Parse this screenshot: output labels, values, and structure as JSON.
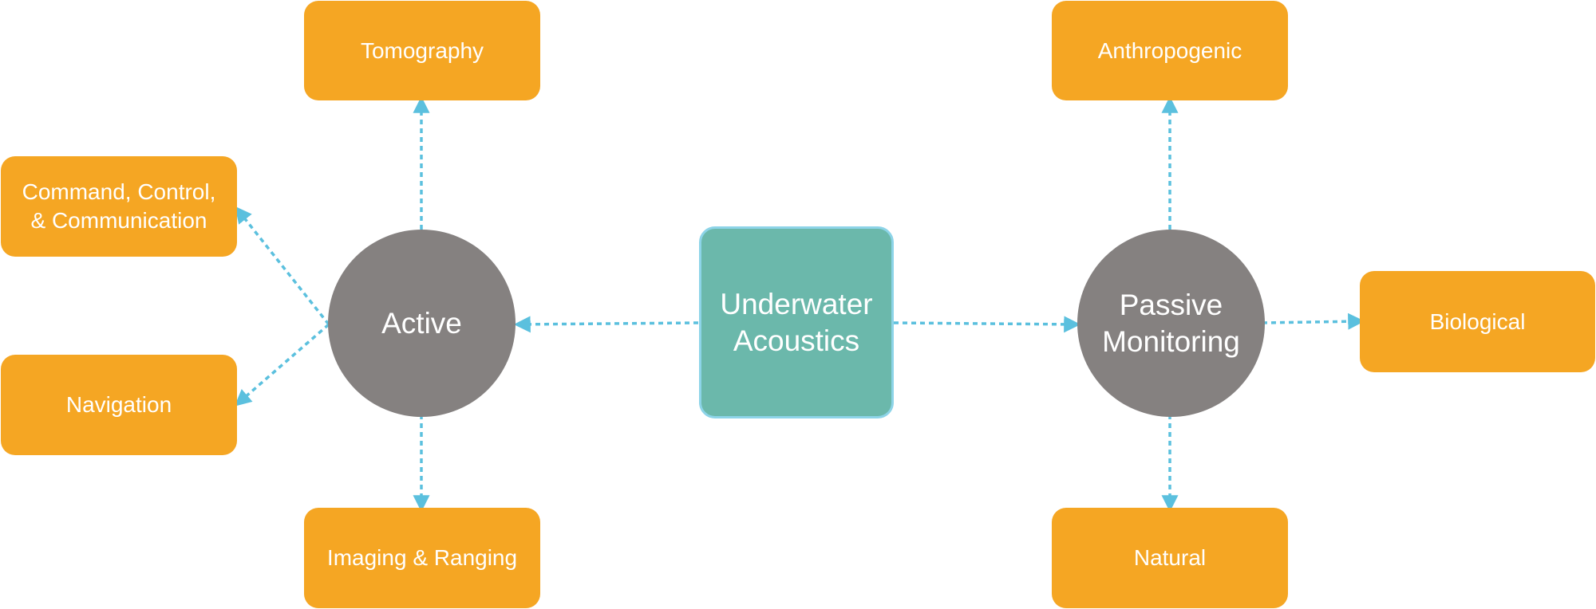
{
  "diagram": {
    "center": {
      "label": "Underwater\nAcoustics"
    },
    "active": {
      "label": "Active",
      "children": {
        "tomography": "Tomography",
        "c3": "Command, Control,\n& Communication",
        "navigation": "Navigation",
        "imaging": "Imaging & Ranging"
      }
    },
    "passive": {
      "label": "Passive\nMonitoring",
      "children": {
        "anthropogenic": "Anthropogenic",
        "biological": "Biological",
        "natural": "Natural"
      }
    }
  },
  "colors": {
    "leaf_fill": "#F5A623",
    "hub_fill": "#858180",
    "center_fill": "#6BB8AB",
    "center_border": "#8DD4E8",
    "connector": "#5BC0DE",
    "text": "#FFFFFF"
  }
}
